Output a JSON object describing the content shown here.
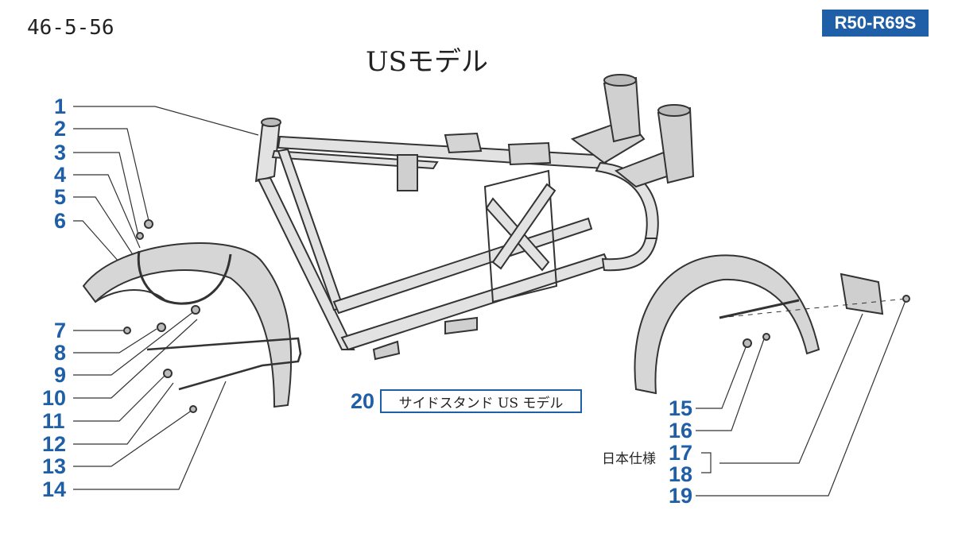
{
  "header": {
    "page_code": "46-5-56",
    "model_badge": "R50-R69S",
    "title": "USモデル"
  },
  "callouts": [
    {
      "number": "1"
    },
    {
      "number": "2"
    },
    {
      "number": "3"
    },
    {
      "number": "4"
    },
    {
      "number": "5"
    },
    {
      "number": "6"
    },
    {
      "number": "7"
    },
    {
      "number": "8"
    },
    {
      "number": "9"
    },
    {
      "number": "10"
    },
    {
      "number": "11"
    },
    {
      "number": "12"
    },
    {
      "number": "13"
    },
    {
      "number": "14"
    },
    {
      "number": "15"
    },
    {
      "number": "16"
    },
    {
      "number": "17"
    },
    {
      "number": "18"
    },
    {
      "number": "19"
    },
    {
      "number": "20"
    }
  ],
  "notes": {
    "japan_spec": "日本仕様",
    "side_stand": "サイドスタンド  US モデル"
  },
  "colors": {
    "accent_blue": "#1f5fa8",
    "line": "#333333",
    "part_fill": "#d9d9d9"
  }
}
